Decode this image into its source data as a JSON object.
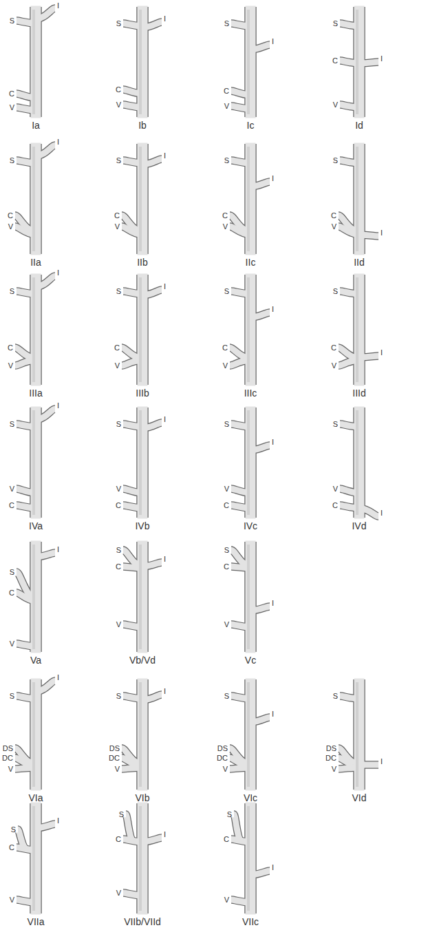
{
  "diagram": {
    "labels": [
      "S",
      "I",
      "C",
      "V",
      "Ia",
      "S",
      "I",
      "C",
      "V",
      "Ib",
      "S",
      "I",
      "C",
      "V",
      "Ic",
      "S",
      "I",
      "C",
      "V",
      "Id",
      "S",
      "I",
      "C",
      "V",
      "IIa",
      "S",
      "I",
      "C",
      "V",
      "IIb",
      "S",
      "I",
      "C",
      "V",
      "IIc",
      "S",
      "I",
      "C",
      "V",
      "IId",
      "S",
      "I",
      "C",
      "V",
      "IIIa",
      "S",
      "I",
      "C",
      "V",
      "IIIb",
      "S",
      "I",
      "C",
      "V",
      "IIIc",
      "S",
      "I",
      "C",
      "V",
      "IIId",
      "S",
      "I",
      "V",
      "C",
      "IVa",
      "S",
      "I",
      "V",
      "C",
      "IVb",
      "S",
      "I",
      "V",
      "C",
      "IVc",
      "S",
      "I",
      "V",
      "C",
      "IVd",
      "S",
      "I",
      "C",
      "V",
      "Va",
      "S",
      "I",
      "C",
      "V",
      "Vb/Vd",
      "S",
      "I",
      "C",
      "V",
      "Vc",
      "S",
      "I",
      "DS",
      "DC",
      "V",
      "VIa",
      "S",
      "I",
      "DS",
      "DC",
      "V",
      "VIb",
      "S",
      "I",
      "DS",
      "DC",
      "V",
      "VIc",
      "S",
      "I",
      "DS",
      "DC",
      "V",
      "VId",
      "S",
      "I",
      "C",
      "V",
      "VIIa",
      "S",
      "I",
      "C",
      "V",
      "VIIb/VIId",
      "S",
      "I",
      "C",
      "V",
      "VIIc"
    ]
  }
}
